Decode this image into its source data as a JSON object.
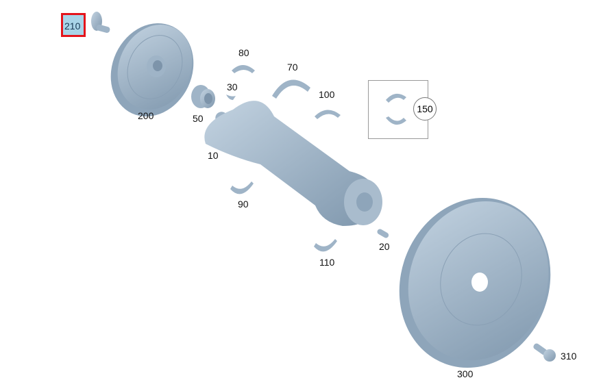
{
  "diagram": {
    "type": "exploded-parts-view",
    "subject": "crankshaft assembly with pulley and dual-mass flywheel",
    "highlight_color": "#e4141b",
    "part_color": "#9fb4c7",
    "selected_callout": "210",
    "callouts": [
      {
        "id": "210",
        "label": "210",
        "part": "bolt"
      },
      {
        "id": "200",
        "label": "200",
        "part": "vibration damper pulley"
      },
      {
        "id": "50",
        "label": "50",
        "part": "sprocket"
      },
      {
        "id": "30",
        "label": "30",
        "part": "woodruff key"
      },
      {
        "id": "80",
        "label": "80",
        "part": "bearing shell"
      },
      {
        "id": "70",
        "label": "70",
        "part": "thrust washer"
      },
      {
        "id": "100",
        "label": "100",
        "part": "bearing shell"
      },
      {
        "id": "150",
        "label": "150",
        "part": "bearing shell set"
      },
      {
        "id": "10",
        "label": "10",
        "part": "crankshaft"
      },
      {
        "id": "90",
        "label": "90",
        "part": "bearing shell"
      },
      {
        "id": "110",
        "label": "110",
        "part": "bearing shell"
      },
      {
        "id": "20",
        "label": "20",
        "part": "dowel pin"
      },
      {
        "id": "300",
        "label": "300",
        "part": "dual-mass flywheel"
      },
      {
        "id": "310",
        "label": "310",
        "part": "bolt"
      }
    ]
  }
}
